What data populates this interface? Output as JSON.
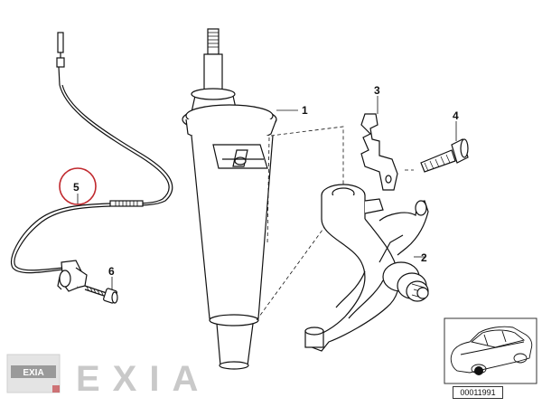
{
  "callouts": {
    "c1": "1",
    "c2": "2",
    "c3": "3",
    "c4": "4",
    "c5": "5",
    "c6": "6"
  },
  "diagram_code": "00011991",
  "watermark": {
    "badge_text": "EXIA",
    "word": "EXIA"
  },
  "colors": {
    "line": "#111111",
    "highlight_circle": "#c0282d",
    "watermark": "#c9c9c9"
  }
}
